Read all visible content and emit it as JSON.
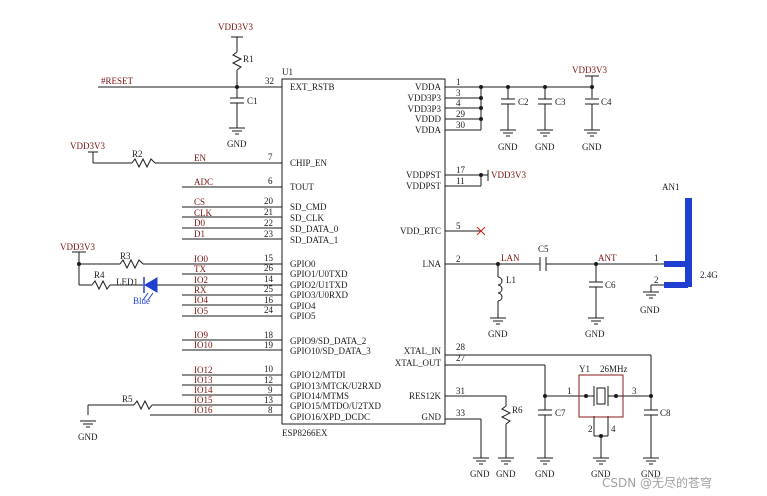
{
  "chip": {
    "ref": "U1",
    "part": "ESP8266EX"
  },
  "nets": {
    "vdd_top1": "VDD3V3",
    "vdd_top2": "VDD3V3",
    "vdd_en": "VDD3V3",
    "vdd_led": "VDD3V3",
    "vdd_pst": "VDD3V3",
    "reset": "#RESET",
    "en": "EN",
    "adc": "ADC",
    "cs": "CS",
    "clk": "CLK",
    "d0": "D0",
    "d1": "D1",
    "io0": "IO0",
    "tx": "TX",
    "io2": "IO2",
    "rx": "RX",
    "io4": "IO4",
    "io5": "IO5",
    "io9": "IO9",
    "io10": "IO10",
    "io12": "IO12",
    "io13": "IO13",
    "io14": "IO14",
    "io15": "IO15",
    "io16": "IO16",
    "lan": "LAN",
    "ant": "ANT",
    "gnd": "GND"
  },
  "left_pins": [
    {
      "num": "32",
      "name": "EXT_RSTB"
    },
    {
      "num": "7",
      "name": "CHIP_EN"
    },
    {
      "num": "6",
      "name": "TOUT"
    },
    {
      "num": "20",
      "name": "SD_CMD"
    },
    {
      "num": "21",
      "name": "SD_CLK"
    },
    {
      "num": "22",
      "name": "SD_DATA_0"
    },
    {
      "num": "23",
      "name": "SD_DATA_1"
    },
    {
      "num": "15",
      "name": "GPIO0"
    },
    {
      "num": "26",
      "name": "GPIO1/U0TXD"
    },
    {
      "num": "14",
      "name": "GPIO2/U1TXD"
    },
    {
      "num": "25",
      "name": "GPIO3/U0RXD"
    },
    {
      "num": "16",
      "name": "GPIO4"
    },
    {
      "num": "24",
      "name": "GPIO5"
    },
    {
      "num": "18",
      "name": "GPIO9/SD_DATA_2"
    },
    {
      "num": "19",
      "name": "GPIO10/SD_DATA_3"
    },
    {
      "num": "10",
      "name": "GPIO12/MTDI"
    },
    {
      "num": "12",
      "name": "GPIO13/MTCK/U2RXD"
    },
    {
      "num": "9",
      "name": "GPIO14/MTMS"
    },
    {
      "num": "13",
      "name": "GPIO15/MTDO/U2TXD"
    },
    {
      "num": "8",
      "name": "GPIO16/XPD_DCDC"
    }
  ],
  "right_pins": [
    {
      "num": "1",
      "name": "VDDA"
    },
    {
      "num": "3",
      "name": "VDD3P3"
    },
    {
      "num": "4",
      "name": "VDD3P3"
    },
    {
      "num": "29",
      "name": "VDDD"
    },
    {
      "num": "30",
      "name": "VDDA"
    },
    {
      "num": "17",
      "name": "VDDPST"
    },
    {
      "num": "11",
      "name": "VDDPST"
    },
    {
      "num": "5",
      "name": "VDD_RTC"
    },
    {
      "num": "2",
      "name": "LNA"
    },
    {
      "num": "28",
      "name": "XTAL_IN"
    },
    {
      "num": "27",
      "name": "XTAL_OUT"
    },
    {
      "num": "31",
      "name": "RES12K"
    },
    {
      "num": "33",
      "name": "GND"
    }
  ],
  "parts": {
    "r1": "R1",
    "r2": "R2",
    "r3": "R3",
    "r4": "R4",
    "r5": "R5",
    "r6": "R6",
    "c1": "C1",
    "c2": "C2",
    "c3": "C3",
    "c4": "C4",
    "c5": "C5",
    "c6": "C6",
    "c7": "C7",
    "c8": "C8",
    "l1": "L1",
    "led1": "LED1",
    "led_color": "Blue",
    "y1": "Y1",
    "y1_freq": "26MHz",
    "an1": "AN1",
    "an1_freq": "2.4G",
    "ant_pin1": "1",
    "ant_pin2": "2",
    "y_pin1": "1",
    "y_pin2": "2",
    "y_pin3": "3",
    "y_pin4": "4"
  },
  "watermark": "CSDN @无尽的苍穹"
}
